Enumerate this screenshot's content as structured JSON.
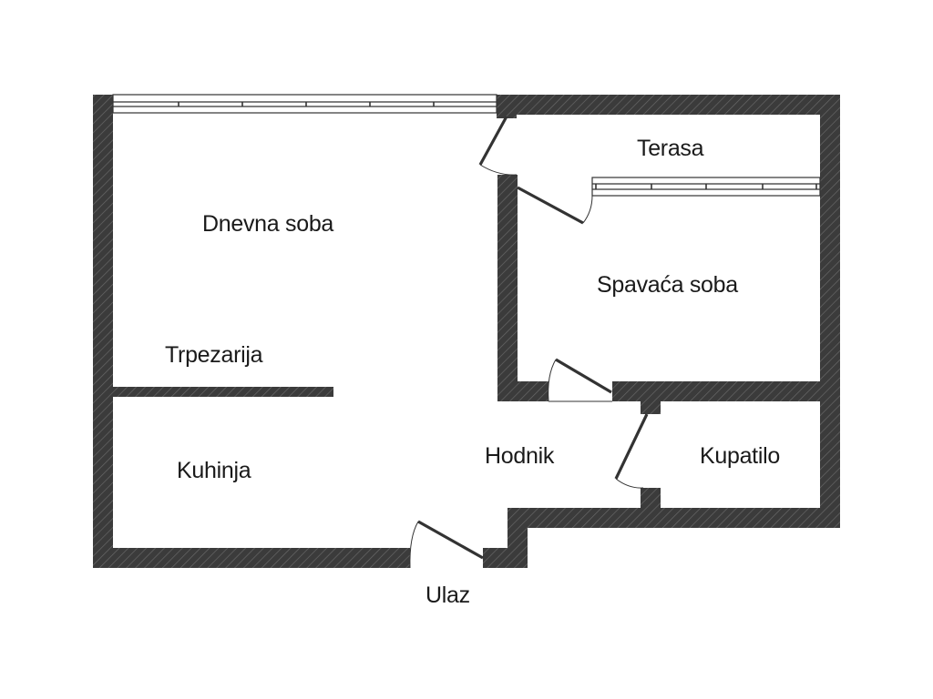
{
  "floorplan": {
    "rooms": [
      {
        "id": "dnevna",
        "label": "Dnevna soba"
      },
      {
        "id": "trpezarija",
        "label": "Trpezarija"
      },
      {
        "id": "kuhinja",
        "label": "Kuhinja"
      },
      {
        "id": "terasa",
        "label": "Terasa"
      },
      {
        "id": "spavaca",
        "label": "Spavaća soba"
      },
      {
        "id": "hodnik",
        "label": "Hodnik"
      },
      {
        "id": "kupatilo",
        "label": "Kupatilo"
      },
      {
        "id": "ulaz",
        "label": "Ulaz"
      }
    ],
    "colors": {
      "wall": "#3b3b3b",
      "hatch": "#6a6a6a",
      "line": "#333333",
      "background": "#ffffff"
    }
  }
}
